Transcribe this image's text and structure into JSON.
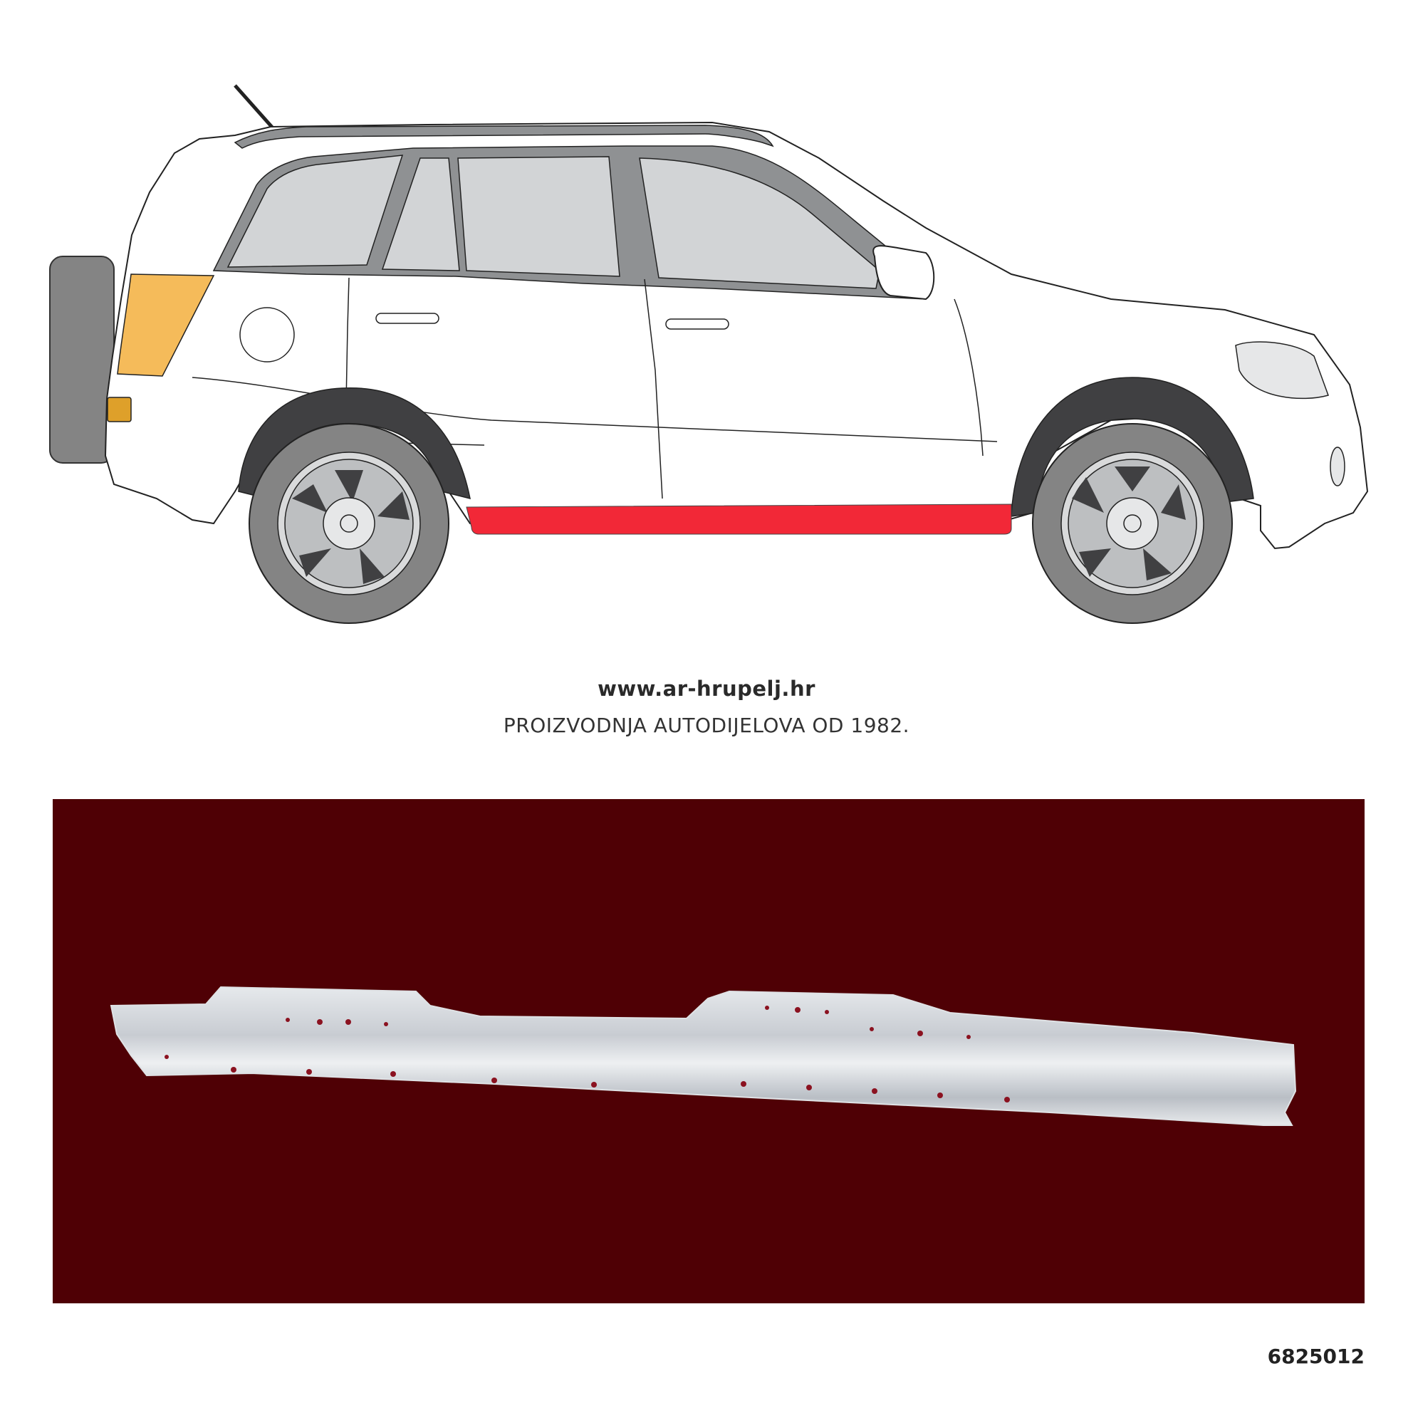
{
  "brand": {
    "url": "www.ar-hrupelj.hr",
    "tagline": "PROIZVODNJA AUTODIJELOVA OD 1982."
  },
  "product": {
    "part_number": "6825012",
    "part_name": "rocker-panel",
    "photo_background": "#4f0005"
  },
  "diagram": {
    "vehicle": "compact-suv-side-view",
    "highlighted_part": {
      "name": "sill / rocker panel",
      "color": "#f22837"
    },
    "secondary_highlight": {
      "name": "rear quarter light",
      "color": "#f5bb5a"
    },
    "colors": {
      "body_fill": "#ffffff",
      "outline": "#222222",
      "glass": "#d2d4d6",
      "window_frame": "#8f9193",
      "tyre": "#848484",
      "wheel_arch": "#404042",
      "rim": "#bdbfc1",
      "spare_wheel": "#848484",
      "indicator": "#dea02a"
    }
  }
}
